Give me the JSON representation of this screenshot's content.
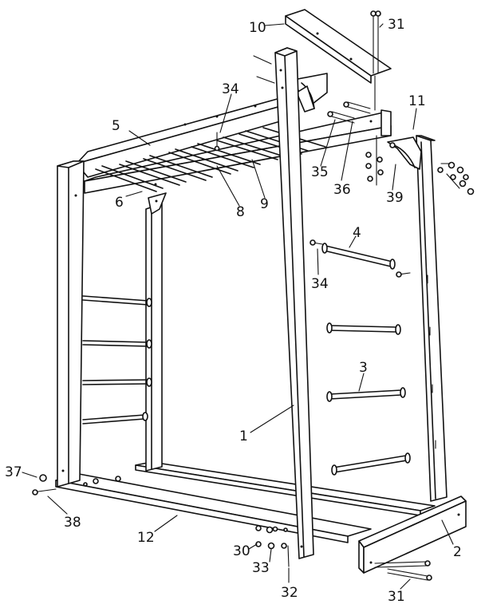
{
  "labels": {
    "p1": "1",
    "p2": "2",
    "p3": "3",
    "p4": "4",
    "p5": "5",
    "p6": "6",
    "p8": "8",
    "p9": "9",
    "p10": "10",
    "p11": "11",
    "p12": "12",
    "p30": "30",
    "p31a": "31",
    "p31b": "31",
    "p32": "32",
    "p33": "33",
    "p34a": "34",
    "p34b": "34",
    "p35": "35",
    "p36": "36",
    "p37": "37",
    "p38": "38",
    "p39": "39"
  }
}
